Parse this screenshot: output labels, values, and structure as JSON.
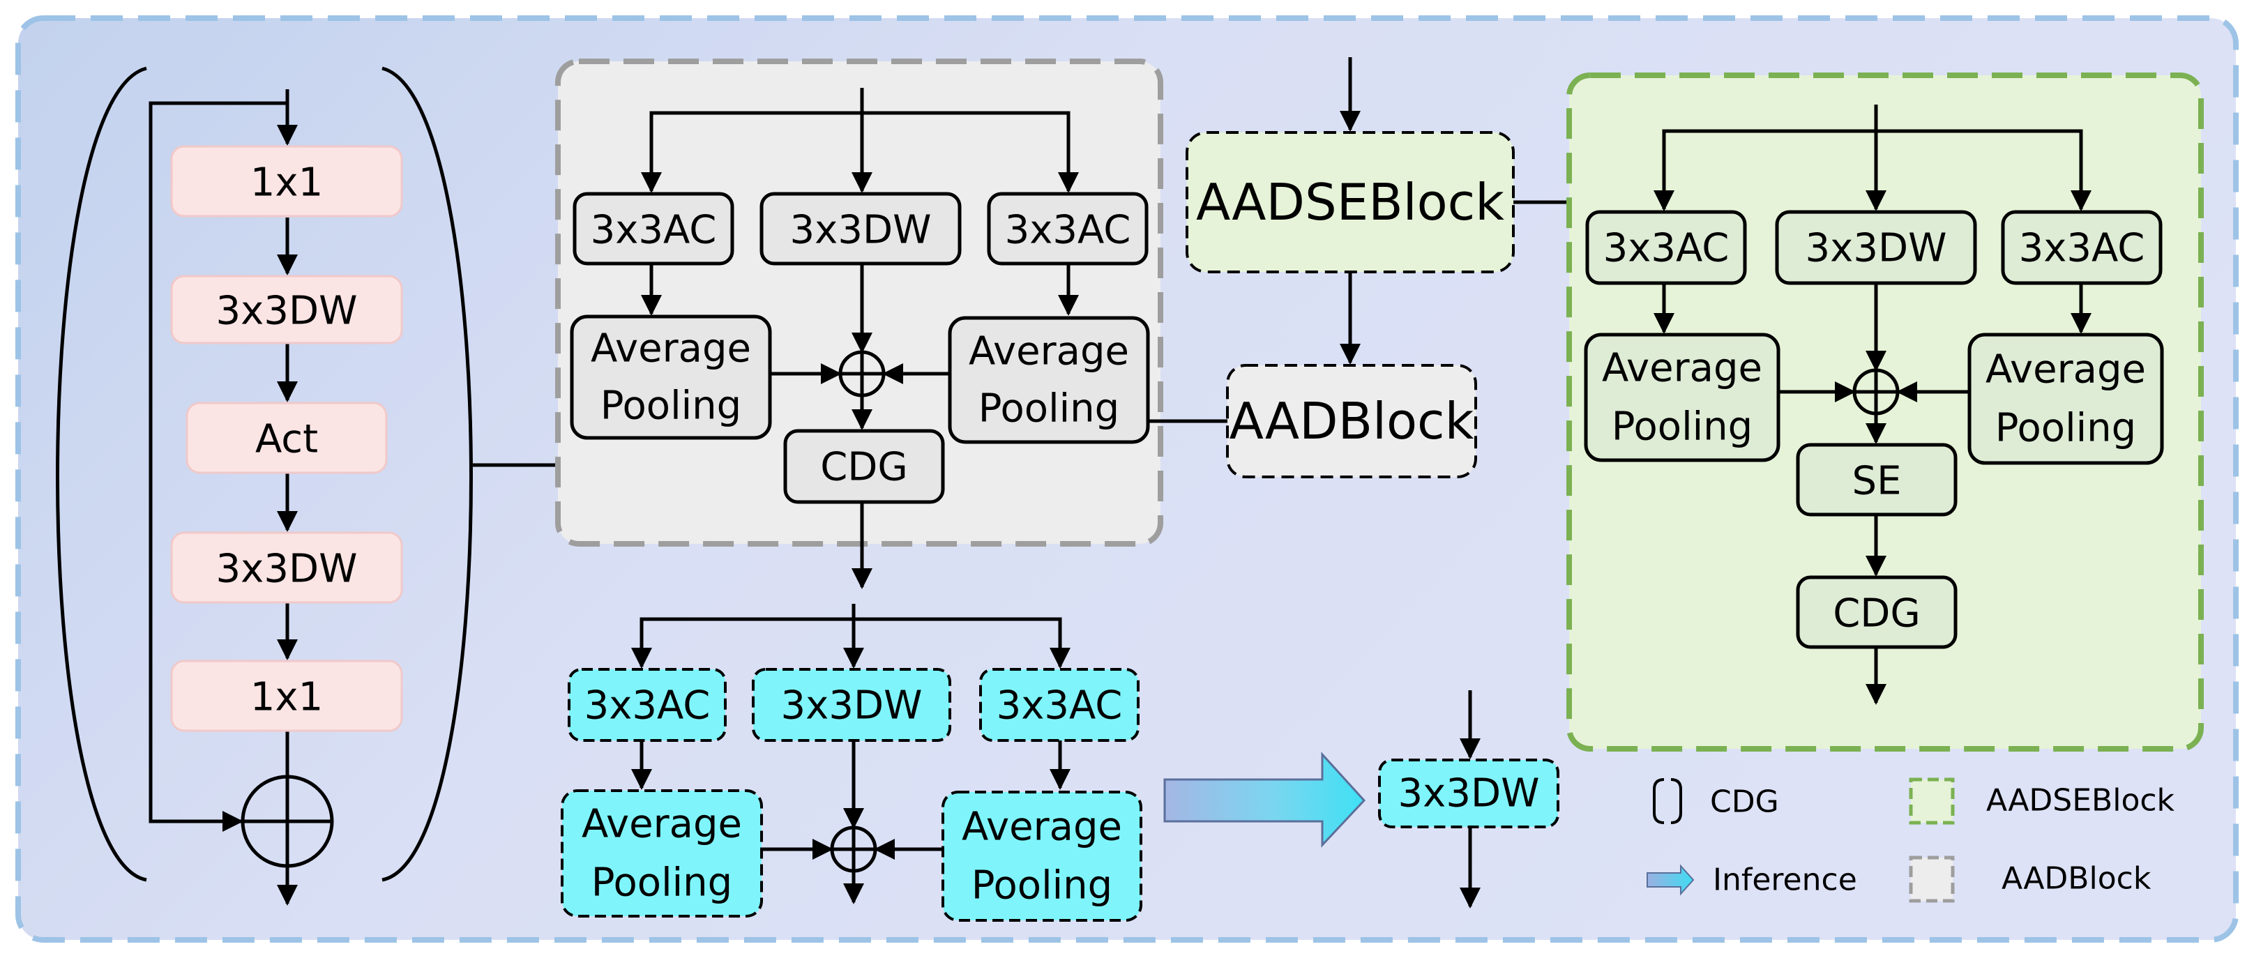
{
  "cdg_bracket_blocks": {
    "top": "1x1",
    "second": "3x3DW",
    "act": "Act",
    "fourth": "3x3DW",
    "bottom": "1x1"
  },
  "aad_block": {
    "left_conv": "3x3AC",
    "mid_conv": "3x3DW",
    "right_conv": "3x3AC",
    "left_pool_line1": "Average",
    "left_pool_line2": "Pooling",
    "right_pool_line1": "Average",
    "right_pool_line2": "Pooling",
    "cdg": "CDG"
  },
  "block_labels": {
    "aadse": "AADSEBlock",
    "aad": "AADBlock"
  },
  "train_branch": {
    "left_conv": "3x3AC",
    "mid_conv": "3x3DW",
    "right_conv": "3x3AC",
    "left_pool_line1": "Average",
    "left_pool_line2": "Pooling",
    "right_pool_line1": "Average",
    "right_pool_line2": "Pooling"
  },
  "inference": {
    "result": "3x3DW"
  },
  "aadse_block": {
    "left_conv": "3x3AC",
    "mid_conv": "3x3DW",
    "right_conv": "3x3AC",
    "left_pool_line1": "Average",
    "left_pool_line2": "Pooling",
    "right_pool_line1": "Average",
    "right_pool_line2": "Pooling",
    "se": "SE",
    "cdg": "CDG"
  },
  "legend": {
    "cdg": "CDG",
    "inference": "Inference",
    "aadse": "AADSEBlock",
    "aad": "AADBlock"
  },
  "colors": {
    "pink_box": "#fbe4e4",
    "gray_box": "#e6e6e6",
    "green_box": "#deecd6",
    "cyan_box": "#7ff5fb",
    "aadse_panel": "#e6f3d8",
    "aadse_border": "#7bb152",
    "aad_panel": "#ededed",
    "aad_border": "#9e9e9e",
    "outer_border": "#9dc3e6"
  }
}
